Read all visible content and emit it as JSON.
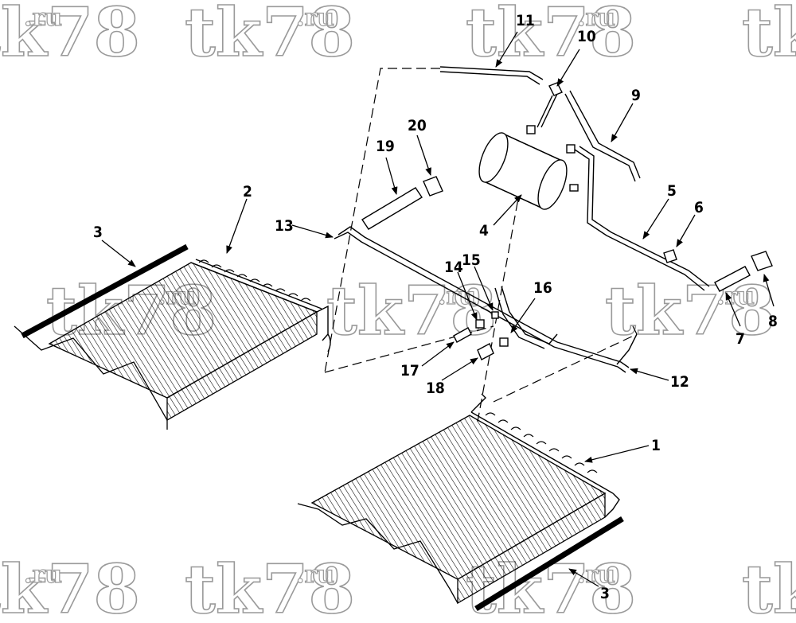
{
  "diagram": {
    "callouts": [
      {
        "id": "c1",
        "label": "1"
      },
      {
        "id": "c2",
        "label": "2"
      },
      {
        "id": "c3a",
        "label": "3"
      },
      {
        "id": "c3b",
        "label": "3"
      },
      {
        "id": "c4",
        "label": "4"
      },
      {
        "id": "c5",
        "label": "5"
      },
      {
        "id": "c6",
        "label": "6"
      },
      {
        "id": "c7",
        "label": "7"
      },
      {
        "id": "c8",
        "label": "8"
      },
      {
        "id": "c9",
        "label": "9"
      },
      {
        "id": "c10",
        "label": "10"
      },
      {
        "id": "c11",
        "label": "11"
      },
      {
        "id": "c12",
        "label": "12"
      },
      {
        "id": "c13",
        "label": "13"
      },
      {
        "id": "c14",
        "label": "14"
      },
      {
        "id": "c15",
        "label": "15"
      },
      {
        "id": "c16",
        "label": "16"
      },
      {
        "id": "c17",
        "label": "17"
      },
      {
        "id": "c18",
        "label": "18"
      },
      {
        "id": "c19",
        "label": "19"
      },
      {
        "id": "c20",
        "label": "20"
      }
    ]
  },
  "watermark": {
    "brand": "tk78",
    "suffix": ".ru",
    "color": "#9a9a9a"
  }
}
